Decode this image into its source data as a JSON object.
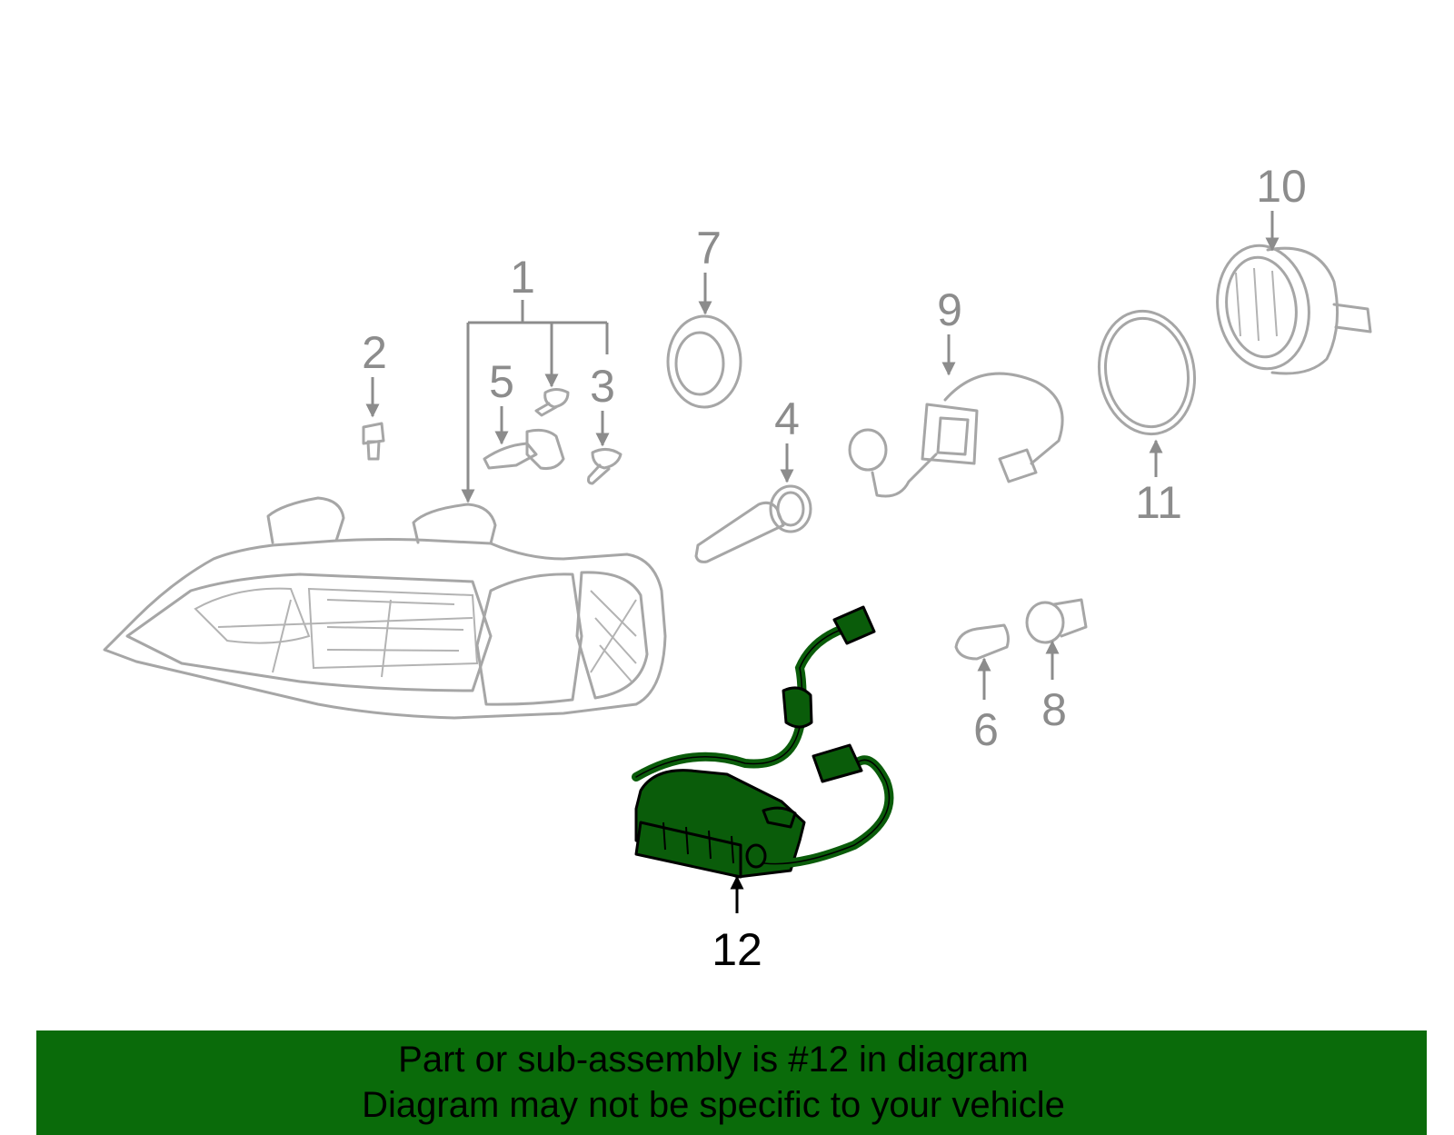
{
  "callouts": [
    "1",
    "2",
    "3",
    "4",
    "5",
    "6",
    "7",
    "8",
    "9",
    "10",
    "11",
    "12"
  ],
  "highlighted_part": "12",
  "colors": {
    "highlight": "#0a5c0a",
    "banner": "#0a6b0a",
    "line": "#a6a6a6",
    "label": "#8c8c8c"
  },
  "banner": {
    "line1": "Part or sub-assembly is #12 in diagram",
    "line2": "Diagram may not be specific to your vehicle"
  }
}
